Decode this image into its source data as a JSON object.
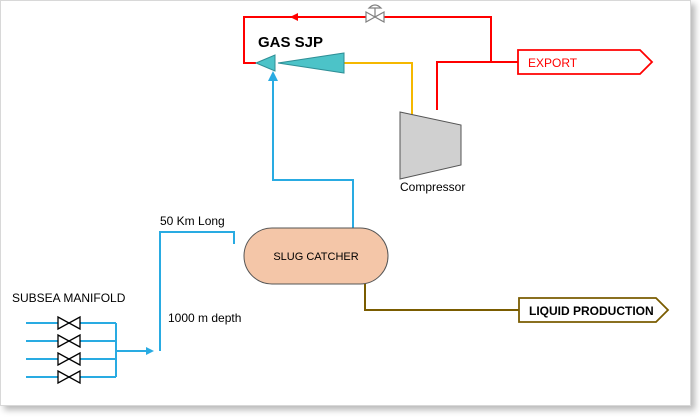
{
  "diagram": {
    "title": "GAS SJP",
    "compressor_label": "Compressor",
    "export_label": "EXPORT",
    "slug_catcher_label": "SLUG CATCHER",
    "liquid_production_label": "LIQUID PRODUCTION",
    "subsea_manifold_label": "SUBSEA MANIFOLD",
    "pipeline_length_label": "50 Km Long",
    "depth_label": "1000 m depth"
  },
  "colors": {
    "gas_recycle_line": "#ff0000",
    "export_line": "#ff0000",
    "compressor_suction_line": "#f5b800",
    "production_line": "#29abe2",
    "liquid_line": "#7a5c00",
    "slug_catcher_fill": "#f4c6a8",
    "sjp_fill": "#4cc3c8",
    "compressor_fill": "#d0d0d0"
  }
}
